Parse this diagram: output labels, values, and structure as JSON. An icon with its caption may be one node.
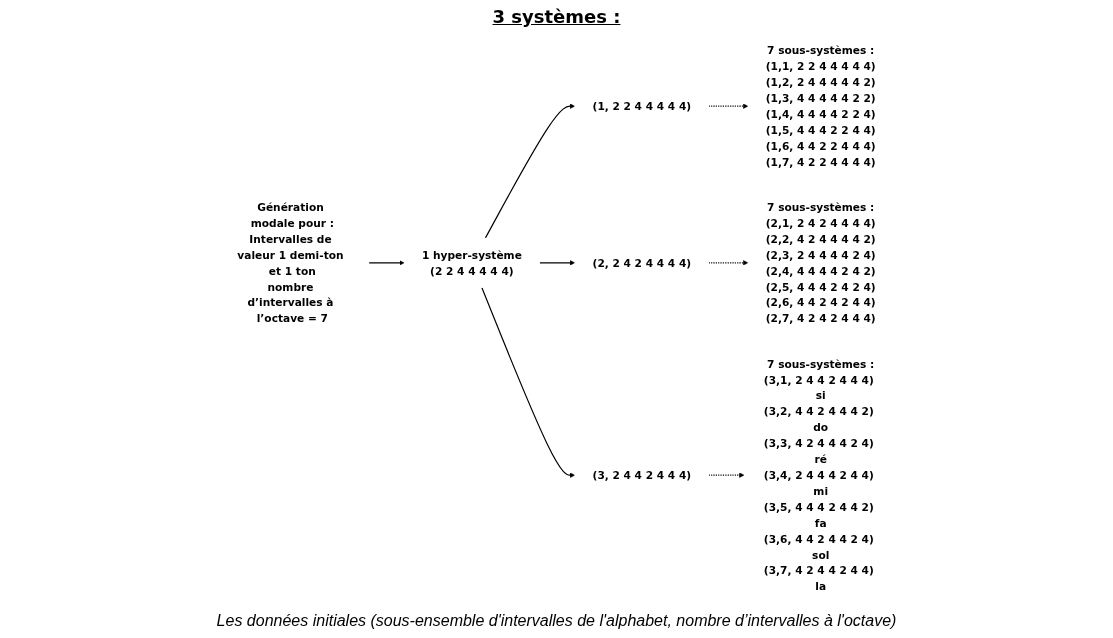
{
  "diagram": {
    "caption": "Les données initiales (sous-ensemble d'intervalles de l'alphabet, nombre d’intervalles à l'octave)",
    "nodes": [
      {
        "text": [
          "Génération modale pour :",
          "Intervalles de valeur 1 demi-ton et 1 ton",
          "nombre d’intervalles à l’octave = 7"
        ]
      },
      {
        "text": [
          "1 hyper-système",
          "(2 2 4 4 4 4 4)"
        ]
      },
      {
        "text": [
          "(1, 2 2 4 4 4 4 4)"
        ]
      },
      {
        "text": [
          "(2, 2 4 2 4 4 4 4)"
        ]
      },
      {
        "text": [
          "(3, 2 4 4 2 4 4 4)"
        ]
      },
      {
        "text": [
          "7 sous-systèmes :",
          "(3,1, 2 4 4 2 4 4 4) si",
          "(3,2, 4 4 2 4 4 4 2) do",
          "(3,3, 4 2 4 4 4 2 4) ré",
          "(3,4, 2 4 4 4 2 4 4) mi",
          "(3,5, 4 4 4 2 4 4 2) fa",
          "(3,6, 4 4 2 4 4 2 4) sol",
          "(3,7, 4 2 4 4 2 4 4) la"
        ]
      },
      {
        "text": [
          "7 sous-systèmes :",
          "(2,1, 2 4 2 4 4 4 4)",
          "(2,2, 4 2 4 4 4 4 2)",
          "(2,3, 2 4 4 4 4 2 4)",
          "(2,4, 4 4 4 4 2 4 2)",
          "(2,5, 4 4 4 2 4 2 4)",
          "(2,6, 4 4 2 4 2 4 4)",
          "(2,7, 4 2 4 2 4 4 4)"
        ]
      },
      {
        "text": [
          "7 sous-systèmes :",
          "(1,1, 2 2 4 4 4 4 4)",
          "(1,2, 2 4 4 4 4 4 2)",
          "(1,3, 4 4 4 4 4 2 2)",
          "(1,4, 4 4 4 4 2 2 4)",
          "(1,5, 4 4 4 2 2 4 4)",
          "(1,6, 4 4 2 2 4 4 4)",
          "(1,7, 4 2 2 4 4 4 4)"
        ]
      }
    ],
    "edges": [
      {
        "from": 0,
        "to": 1,
        "arrow": "to"
      },
      {
        "from": 1,
        "to": 2,
        "arrow": "to"
      },
      {
        "from": 1,
        "to": 3,
        "arrow": "to"
      },
      {
        "from": 1,
        "to": 4,
        "arrow": "to"
      },
      {
        "from": 4,
        "to": 5,
        "arrow": "to",
        "style": "dashed"
      },
      {
        "from": 3,
        "to": 6,
        "arrow": "to",
        "style": "dashed"
      },
      {
        "from": 2,
        "to": 7,
        "arrow": "to",
        "style": "dashed"
      }
    ],
    "labels": [
      "3 systèmes :"
    ]
  }
}
